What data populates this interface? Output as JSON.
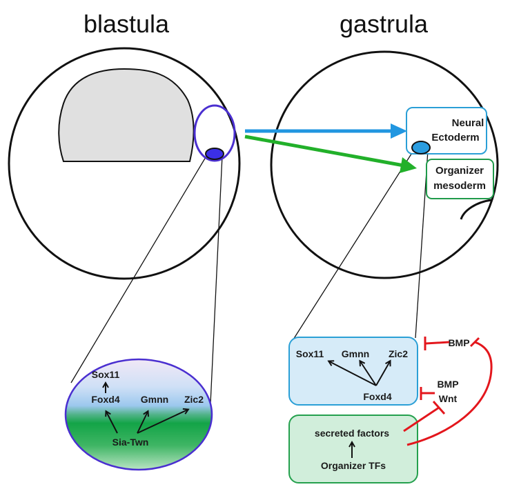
{
  "titles": {
    "left": "blastula",
    "right": "gastrula"
  },
  "gastrula_regions": {
    "neural_ectoderm": [
      "Neural",
      "Ectoderm"
    ],
    "organizer_mesoderm": [
      "Organizer",
      "mesoderm"
    ]
  },
  "blastula_inset": {
    "genes": {
      "sox11": "Sox11",
      "foxd4": "Foxd4",
      "gmnn": "Gmnn",
      "zic2": "Zic2",
      "sia_twn": "Sia-Twn"
    }
  },
  "gastrula_inset": {
    "neural_box": {
      "sox11": "Sox11",
      "gmnn": "Gmnn",
      "zic2": "Zic2",
      "foxd4": "Foxd4"
    },
    "organizer_box": {
      "secreted": "secreted factors",
      "tfs": "Organizer TFs"
    },
    "signals": {
      "bmp_top": "BMP",
      "bmp_mid": "BMP",
      "wnt": "Wnt"
    }
  },
  "colors": {
    "neural_blue": "#2196e0",
    "organizer_green": "#22b02a",
    "inhibition_red": "#e3161c",
    "blastula_region": "#4a2fd0"
  }
}
